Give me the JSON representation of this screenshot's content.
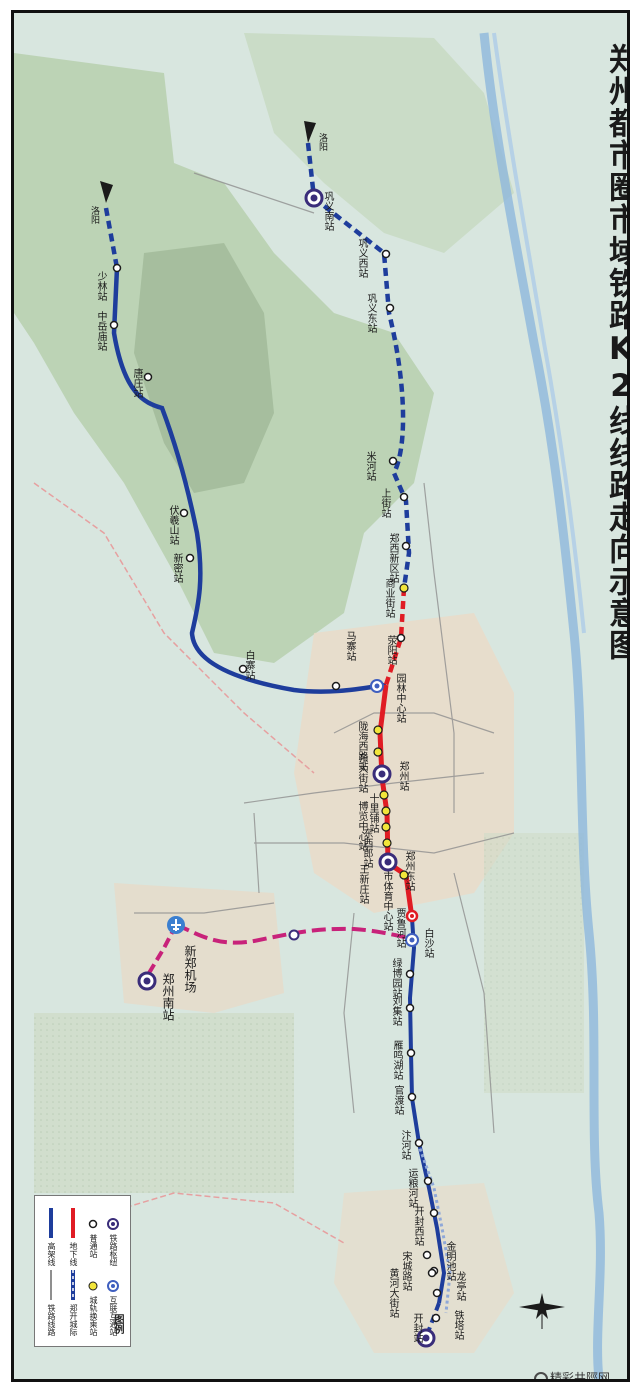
{
  "title": "郑州都市圈市域铁路K2线线路走向示意图",
  "directions": {
    "luoyang_left": "洛阳",
    "luoyang_top": "洛阳"
  },
  "stations": {
    "gongyi_south": "巩义南站",
    "gongyi_west": "巩义西站",
    "gongyi_east": "巩义东站",
    "mihe": "米河站",
    "shangjie": "上街站",
    "zhengxi_xinqu": "郑西新区站",
    "shangye_jie": "商业街站",
    "xingyang": "荥阳站",
    "mazhai": "马寨站",
    "baisha_west": "白寨站",
    "shaolin": "少林站",
    "zhongyue_miao": "中岳庙站",
    "dengfeng": "唐庄站",
    "fuwei_shan": "伏羲山站",
    "xinmi": "新密站",
    "yuanlin_zhongxin": "园林中心站",
    "longhu_xilu": "陇海西路站",
    "zhengzhou_station": "郑州站",
    "dongda_jie": "东大街站",
    "boxian_zhongxin": "博览中心站",
    "shili_pu": "十里铺站",
    "zhengzhou_east": "郑州东站",
    "dongfeng_dong": "东西郎站",
    "wangxin_zhuang": "王新庄站",
    "shitiyuzhongxin": "市体育中心站",
    "jialu_he": "贾鲁河站",
    "baisha": "白沙站",
    "lvbo_yuan": "绿博园站",
    "liuji": "刘集站",
    "yanming_hu": "雁鸣湖站",
    "guandu": "官渡站",
    "bianhe_fuhe": "汴河站",
    "yunlianghe": "运粮河站",
    "kaifeng_west": "开封西站",
    "songcheng_lu": "宋城路站",
    "huanghe_dajie": "黄河大街站",
    "jinming_chi": "金明池站",
    "longting": "龙亭站",
    "kaifeng_station": "开封站",
    "tieta": "铁塔站",
    "xinzheng_airport": "新郑机场",
    "zhengzhou_south": "郑州南站"
  },
  "legend": {
    "title": "图例",
    "items": [
      {
        "label": "铁路枢纽",
        "kind": "hub-icon"
      },
      {
        "label": "互联互通站",
        "kind": "interchange-icon"
      },
      {
        "label": "普通站",
        "kind": "station-icon"
      },
      {
        "label": "城轨换乘站",
        "kind": "transfer-icon"
      },
      {
        "label": "地下线",
        "kind": "underground-line"
      },
      {
        "label": "郑开城际",
        "kind": "intercity-line"
      },
      {
        "label": "高架线",
        "kind": "elevated-line"
      },
      {
        "label": "铁路线路",
        "kind": "rail-line"
      }
    ]
  },
  "colors": {
    "line_blue": "#1e3d9c",
    "line_red": "#e01c24",
    "line_magenta": "#c8227a",
    "map_green": "#b9d3b0",
    "water": "#8fb8dc"
  },
  "watermark": "精彩井陘网"
}
